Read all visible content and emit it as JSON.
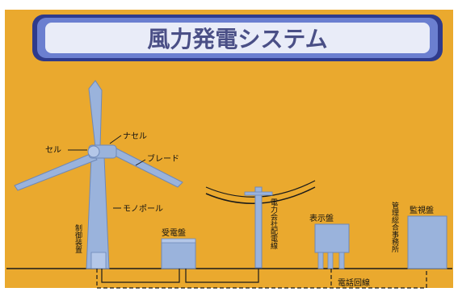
{
  "title": "風力発電システム",
  "labels": {
    "cell": "セル",
    "nacelle": "ナセル",
    "blade": "ブレード",
    "monopole": "モノポール",
    "control_device": "制御装置",
    "switchboard": "受電盤",
    "power_company_line": "電力会社配電線",
    "display_panel": "表示盤",
    "management_office": "管理総合事務所",
    "monitoring_panel": "監視盤",
    "phone_line": "電話回線"
  },
  "colors": {
    "background": "#eaa92e",
    "equipment": "#9ab3dc",
    "equipment_dark": "#6e88b8",
    "title_banner": "#6b7fd0",
    "title_text": "#4a4f86",
    "line": "#1a1a1a"
  }
}
